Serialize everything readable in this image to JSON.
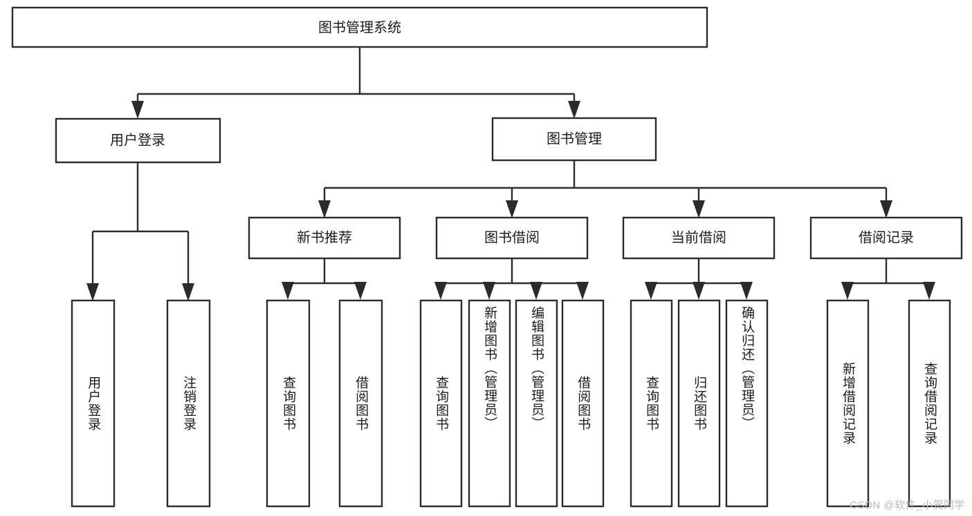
{
  "diagram": {
    "type": "tree",
    "title_node": {
      "id": "root",
      "label": "图书管理系统"
    },
    "level2": [
      {
        "id": "user-login",
        "label": "用户登录"
      },
      {
        "id": "book-manage",
        "label": "图书管理"
      }
    ],
    "level3": [
      {
        "id": "new-book-rec",
        "label": "新书推荐",
        "parent": "book-manage"
      },
      {
        "id": "book-borrow",
        "label": "图书借阅",
        "parent": "book-manage"
      },
      {
        "id": "current-borrow",
        "label": "当前借阅",
        "parent": "book-manage"
      },
      {
        "id": "borrow-record",
        "label": "借阅记录",
        "parent": "book-manage"
      }
    ],
    "leaves": [
      {
        "id": "leaf-user-login",
        "label": "用户登录",
        "parent": "user-login"
      },
      {
        "id": "leaf-user-logout",
        "label": "注销登录",
        "parent": "user-login"
      },
      {
        "id": "leaf-query-book-1",
        "label": "查询图书",
        "parent": "new-book-rec"
      },
      {
        "id": "leaf-borrow-book-1",
        "label": "借阅图书",
        "parent": "new-book-rec"
      },
      {
        "id": "leaf-query-book-2",
        "label": "查询图书",
        "parent": "book-borrow"
      },
      {
        "id": "leaf-add-book",
        "label": "新增图书（管理员）",
        "parent": "book-borrow"
      },
      {
        "id": "leaf-edit-book",
        "label": "编辑图书（管理员）",
        "parent": "book-borrow"
      },
      {
        "id": "leaf-borrow-book-2",
        "label": "借阅图书",
        "parent": "book-borrow"
      },
      {
        "id": "leaf-query-book-3",
        "label": "查询图书",
        "parent": "current-borrow"
      },
      {
        "id": "leaf-return-book",
        "label": "归还图书",
        "parent": "current-borrow"
      },
      {
        "id": "leaf-confirm-return",
        "label": "确认归还（管理员）",
        "parent": "current-borrow"
      },
      {
        "id": "leaf-add-record",
        "label": "新增借阅记录",
        "parent": "borrow-record"
      },
      {
        "id": "leaf-query-record",
        "label": "查询借阅记录",
        "parent": "borrow-record"
      }
    ],
    "colors": {
      "stroke": "#2b2b2b",
      "fill": "#ffffff",
      "text": "#1c1c1c",
      "watermark": "#b9b9b9"
    }
  },
  "watermark": {
    "text": "CSDN @软件_小贺同学"
  }
}
